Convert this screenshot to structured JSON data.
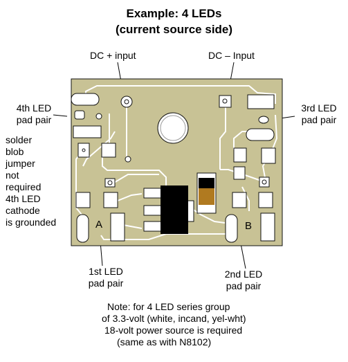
{
  "title": {
    "line1": "Example: 4 LEDs",
    "line2": "(current source side)"
  },
  "labels": {
    "dc_plus": "DC + input",
    "dc_minus": "DC – Input",
    "led4_line1": "4th LED",
    "led4_line2": "pad pair",
    "led3_line1": "3rd LED",
    "led3_line2": "pad pair",
    "led1_line1": "1st LED",
    "led1_line2": "pad pair",
    "led2_line1": "2nd LED",
    "led2_line2": "pad pair",
    "solder_note": [
      "solder",
      "blob",
      "jumper",
      "not",
      "required",
      "4th LED",
      "cathode",
      "is grounded"
    ],
    "pad_a": "A",
    "pad_b": "B"
  },
  "note": [
    "Note: for 4 LED series group",
    "of 3.3-volt (white, incand, yel-wht)",
    "18-volt power source is required",
    "(same as with N8102)"
  ],
  "colors": {
    "board": "#c8c295",
    "trace": "#ffffff",
    "component": "#000000",
    "resistor_body": "#b07a20"
  }
}
